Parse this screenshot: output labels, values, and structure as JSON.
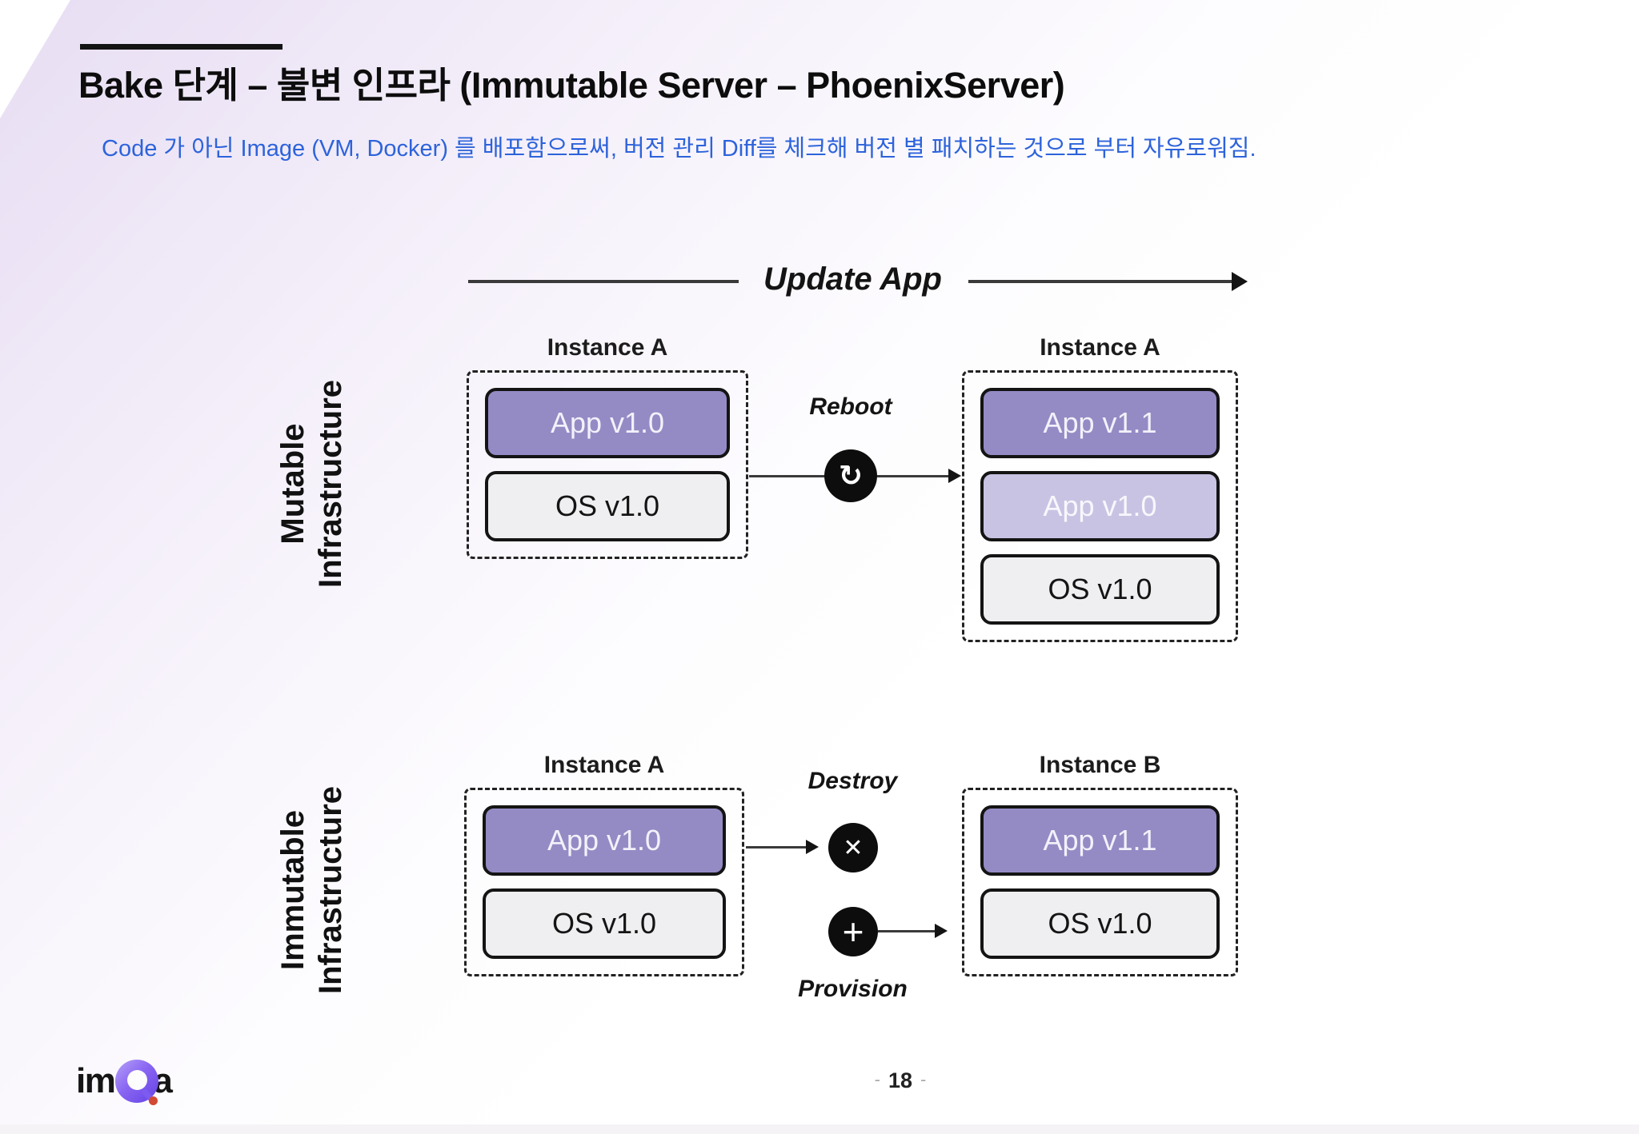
{
  "slide": {
    "title": "Bake 단계 – 불변 인프라 (Immutable Server – PhoenixServer)",
    "subtitle": "Code 가 아닌  Image (VM, Docker) 를 배포함으로써, 버전 관리 Diff를 체크해 버전 별 패치하는 것으로 부터 자유로워짐."
  },
  "diagram": {
    "update": {
      "label": "Update App"
    },
    "icons": {
      "reboot": "↻",
      "destroy": "✕",
      "provision": "+"
    },
    "mutable": {
      "side": [
        "Mutable",
        "Infrastructure"
      ],
      "left": {
        "title": "Instance A",
        "layers": [
          {
            "label": "App v1.0"
          },
          {
            "label": "OS v1.0"
          }
        ]
      },
      "action": {
        "label": "Reboot"
      },
      "right": {
        "title": "Instance A",
        "layers": [
          {
            "label": "App v1.1"
          },
          {
            "label": "App v1.0"
          },
          {
            "label": "OS v1.0"
          }
        ]
      }
    },
    "immutable": {
      "side": [
        "Immutable",
        "Infrastructure"
      ],
      "left": {
        "title": "Instance A",
        "layers": [
          {
            "label": "App v1.0"
          },
          {
            "label": "OS v1.0"
          }
        ]
      },
      "destroy": {
        "label": "Destroy"
      },
      "provision": {
        "label": "Provision"
      },
      "right": {
        "title": "Instance B",
        "layers": [
          {
            "label": "App v1.1"
          },
          {
            "label": "OS v1.0"
          }
        ]
      }
    },
    "colors": {
      "app_purple": "#948BC5",
      "app_purple_faded": "#C9C3E3",
      "os_gray": "#EFEEF0",
      "subtitle_blue": "#2D63DB",
      "circle_black": "#0D0D0D",
      "background_lavender": "#E7DDF3"
    }
  },
  "footer": {
    "dash": "-",
    "page_number": "18"
  },
  "logo": {
    "im": "im",
    "a": "a"
  }
}
